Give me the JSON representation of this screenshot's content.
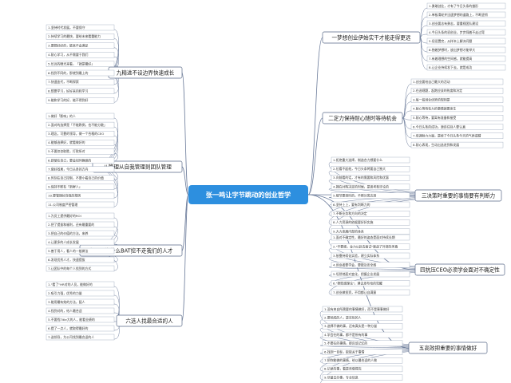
{
  "colors": {
    "root_fill": "#2d8fdf",
    "line": "#6b7b9a",
    "branch_border": "#5a6a88",
    "text": "#333333"
  },
  "center": {
    "label": "张一鸣让字节跳动的创业哲学"
  },
  "branches": [
    {
      "label": "一梦想创业伊始实干才能走得更远",
      "side": "right",
      "items": [
        "1.勇敢创业，才有了今日头条的雏形",
        "2.单板滑轮并迅速梦想的道路上，不断坚韧",
        "3.创业要志有勇志，要重视团队建设",
        "4.今日头条的初创业，步步踩着不走过弯",
        "5.但设置完，从样本上解决问题",
        "6.抱着梦想时，放出梦想才能举大",
        "7.有着理想的空间感，就能提高",
        "8.让企业持续发下去，就是成功"
      ]
    },
    {
      "label": "二定力保持耐心随时等待机会",
      "side": "right",
      "items": [
        "1.创业要给自己最大的活动",
        "2.在选规题，起跑应该的热度和决定",
        "3.每一段创业优势的规则是",
        "4.耐心等待有力的事情就要发生",
        "5.耐心等待，要离有准备和接受",
        "6.今日头条的成功，源自往别人要认真",
        "7.低调耐力力量，是经了今日头条今天的气质或精",
        "8.耐心表现，生动出选进到和发展"
      ]
    },
    {
      "label": "三决策时重要的事情要有判断力",
      "side": "right",
      "items": [
        "1.拒绝重大选择，制造合力想要什么",
        "2.位看不起他，今日头条将要自己独大",
        "3.向前看的话，才有的需要和风险和优惠",
        "4.拥在并购决定的时候，是思考和评论的",
        "5.细节要到时的，不断分类达到",
        "6.坚持上上，要有判断力的",
        "7.不断业务和方向的决定",
        "8.人力资源的依据要好好实施",
        "9.大力发展内部的体系"
      ]
    },
    {
      "label": "四抗压CEO必须学会面对不确定性",
      "side": "right",
      "items": [
        "1.面对不确定性，最好的姿态是面对持续长期",
        "2.\"不要感，金力以赴去面试\"被战了外部的矛盾",
        "3.依靠持续化实验，建立实际体系",
        "4.创业者要学会，要能及安全感",
        "5.坦然地面对变化，把握企业发展",
        "6.\"挫败感理论\"，建议发布给的觉醒",
        "7.创业做投资，不用都让自满意"
      ]
    },
    {
      "label": "五高效把重要的事情做好",
      "side": "right",
      "items": [
        "1.没有来自所需要的事情做好，而不是事事做好",
        "2.要领成的人，是实际的人",
        "3.选择不做的事，还有真实是一种分量",
        "4.学会在的事，都不是所有的事",
        "5.不要在的事情，那应该记忆的",
        "6.找到一目标，取取关于事情",
        "7.把你能做的事情，给以最合适的人做",
        "8.记录的事，看是否做得完",
        "9.尽量去办事，专业信息",
        "10.不要只是会面都看做好"
      ]
    },
    {
      "label": "六选人找最合适的人",
      "side": "left",
      "items": [
        "1.\"看了\"HR对的人员，能做好的",
        "2.吸引力强，优秀的力量",
        "3.能用最有效的方法，配人",
        "4.找到对的，给人最合适",
        "5.不要找Title大的人，能看业绩的",
        "6.提了一点人，就取得最好的",
        "7.选领导，为公司找到最合适的人"
      ]
    },
    {
      "label": "七用人为什么BAT挖不走我们的人才",
      "side": "left",
      "items": [
        "1.为员工提供最好的ROI",
        "2.把了提拔和福利，还有最重要的",
        "3.把自己的价值的方法，来养",
        "4.让更多的人成长发展",
        "5.善于用人，看人的一般做法",
        "6.发现优秀人才，快速提拔",
        "7.让团队中的每个人找到的方式"
      ]
    },
    {
      "label": "八管理从自我管理到团队管理",
      "side": "left",
      "items": [
        "1.做好「影响」的人",
        "2.面对的选择是「不能跌倒，也不能分散」",
        "3.理念，可靠的领导，做一个合格的CEO",
        "4.能够选择好，就看做好的",
        "5.不要仅仅取胜，打败所对",
        "6.即使在自己，要会如何确保的",
        "7.做好效果，今日头条的方向",
        "8.时刻在自己控制，不要小看自己的价值",
        "9.保持不断有「新鲜人」",
        "10.要管理好自我的规则",
        "11.公司制度严密管理"
      ]
    },
    {
      "label": "九精进不设边界快速成长",
      "side": "left",
      "items": [
        "1.坚持时代发展，不要保守",
        "2.持续学习的最快，要给未来看重能力",
        "3.要想好好的，能来不会满足",
        "4.耐心学习，从不需要于我们",
        "5.长远的眼光来看，「就是最好」",
        "6.找到不同的，那就到最上的",
        "7.快速迭代，不断探索",
        "8.想要学习，好好来的和学习",
        "9.能和学习的好，能不得到好"
      ]
    }
  ]
}
